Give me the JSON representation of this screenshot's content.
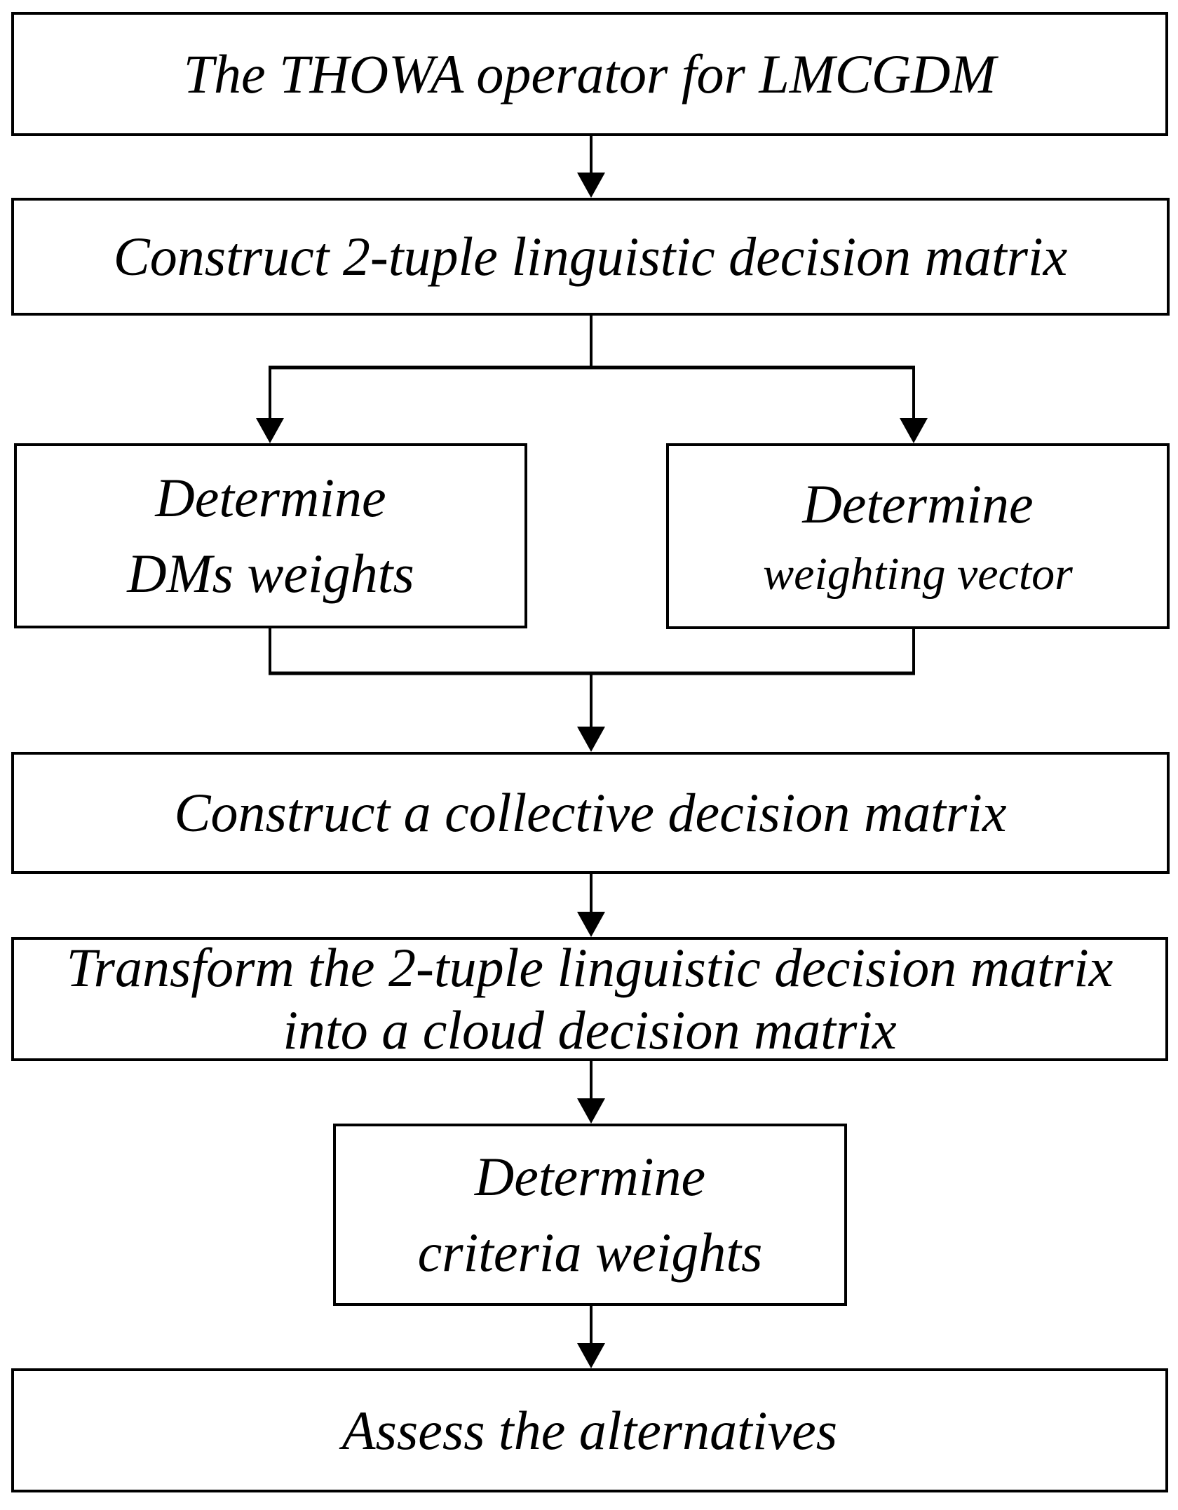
{
  "figure": {
    "type": "flowchart",
    "background_color": "#ffffff",
    "line_color": "#000000",
    "nodes": [
      {
        "name": "thowa-operator",
        "lines": [
          "The THOWA operator for LMCGDM"
        ]
      },
      {
        "name": "construct-2-tuple-matrix",
        "lines": [
          "Construct 2-tuple linguistic decision matrix"
        ]
      },
      {
        "name": "determine-dms-weights",
        "lines": [
          "Determine",
          "DMs weights"
        ]
      },
      {
        "name": "determine-weighting-vector",
        "lines": [
          "Determine",
          "weighting vector"
        ]
      },
      {
        "name": "construct-collective-matrix",
        "lines": [
          "Construct a collective decision matrix"
        ]
      },
      {
        "name": "transform-cloud-matrix",
        "lines": [
          "Transform the 2-tuple linguistic decision matrix",
          "into a cloud decision matrix"
        ]
      },
      {
        "name": "determine-criteria-weights",
        "lines": [
          "Determine",
          "criteria weights"
        ]
      },
      {
        "name": "assess-alternatives",
        "lines": [
          "Assess the alternatives"
        ]
      }
    ],
    "edges": [
      {
        "from": "thowa-operator",
        "to": "construct-2-tuple-matrix"
      },
      {
        "from": "construct-2-tuple-matrix",
        "to": "determine-dms-weights"
      },
      {
        "from": "construct-2-tuple-matrix",
        "to": "determine-weighting-vector"
      },
      {
        "from": "determine-dms-weights",
        "to": "construct-collective-matrix"
      },
      {
        "from": "determine-weighting-vector",
        "to": "construct-collective-matrix"
      },
      {
        "from": "construct-collective-matrix",
        "to": "transform-cloud-matrix"
      },
      {
        "from": "transform-cloud-matrix",
        "to": "determine-criteria-weights"
      },
      {
        "from": "determine-criteria-weights",
        "to": "assess-alternatives"
      }
    ]
  }
}
